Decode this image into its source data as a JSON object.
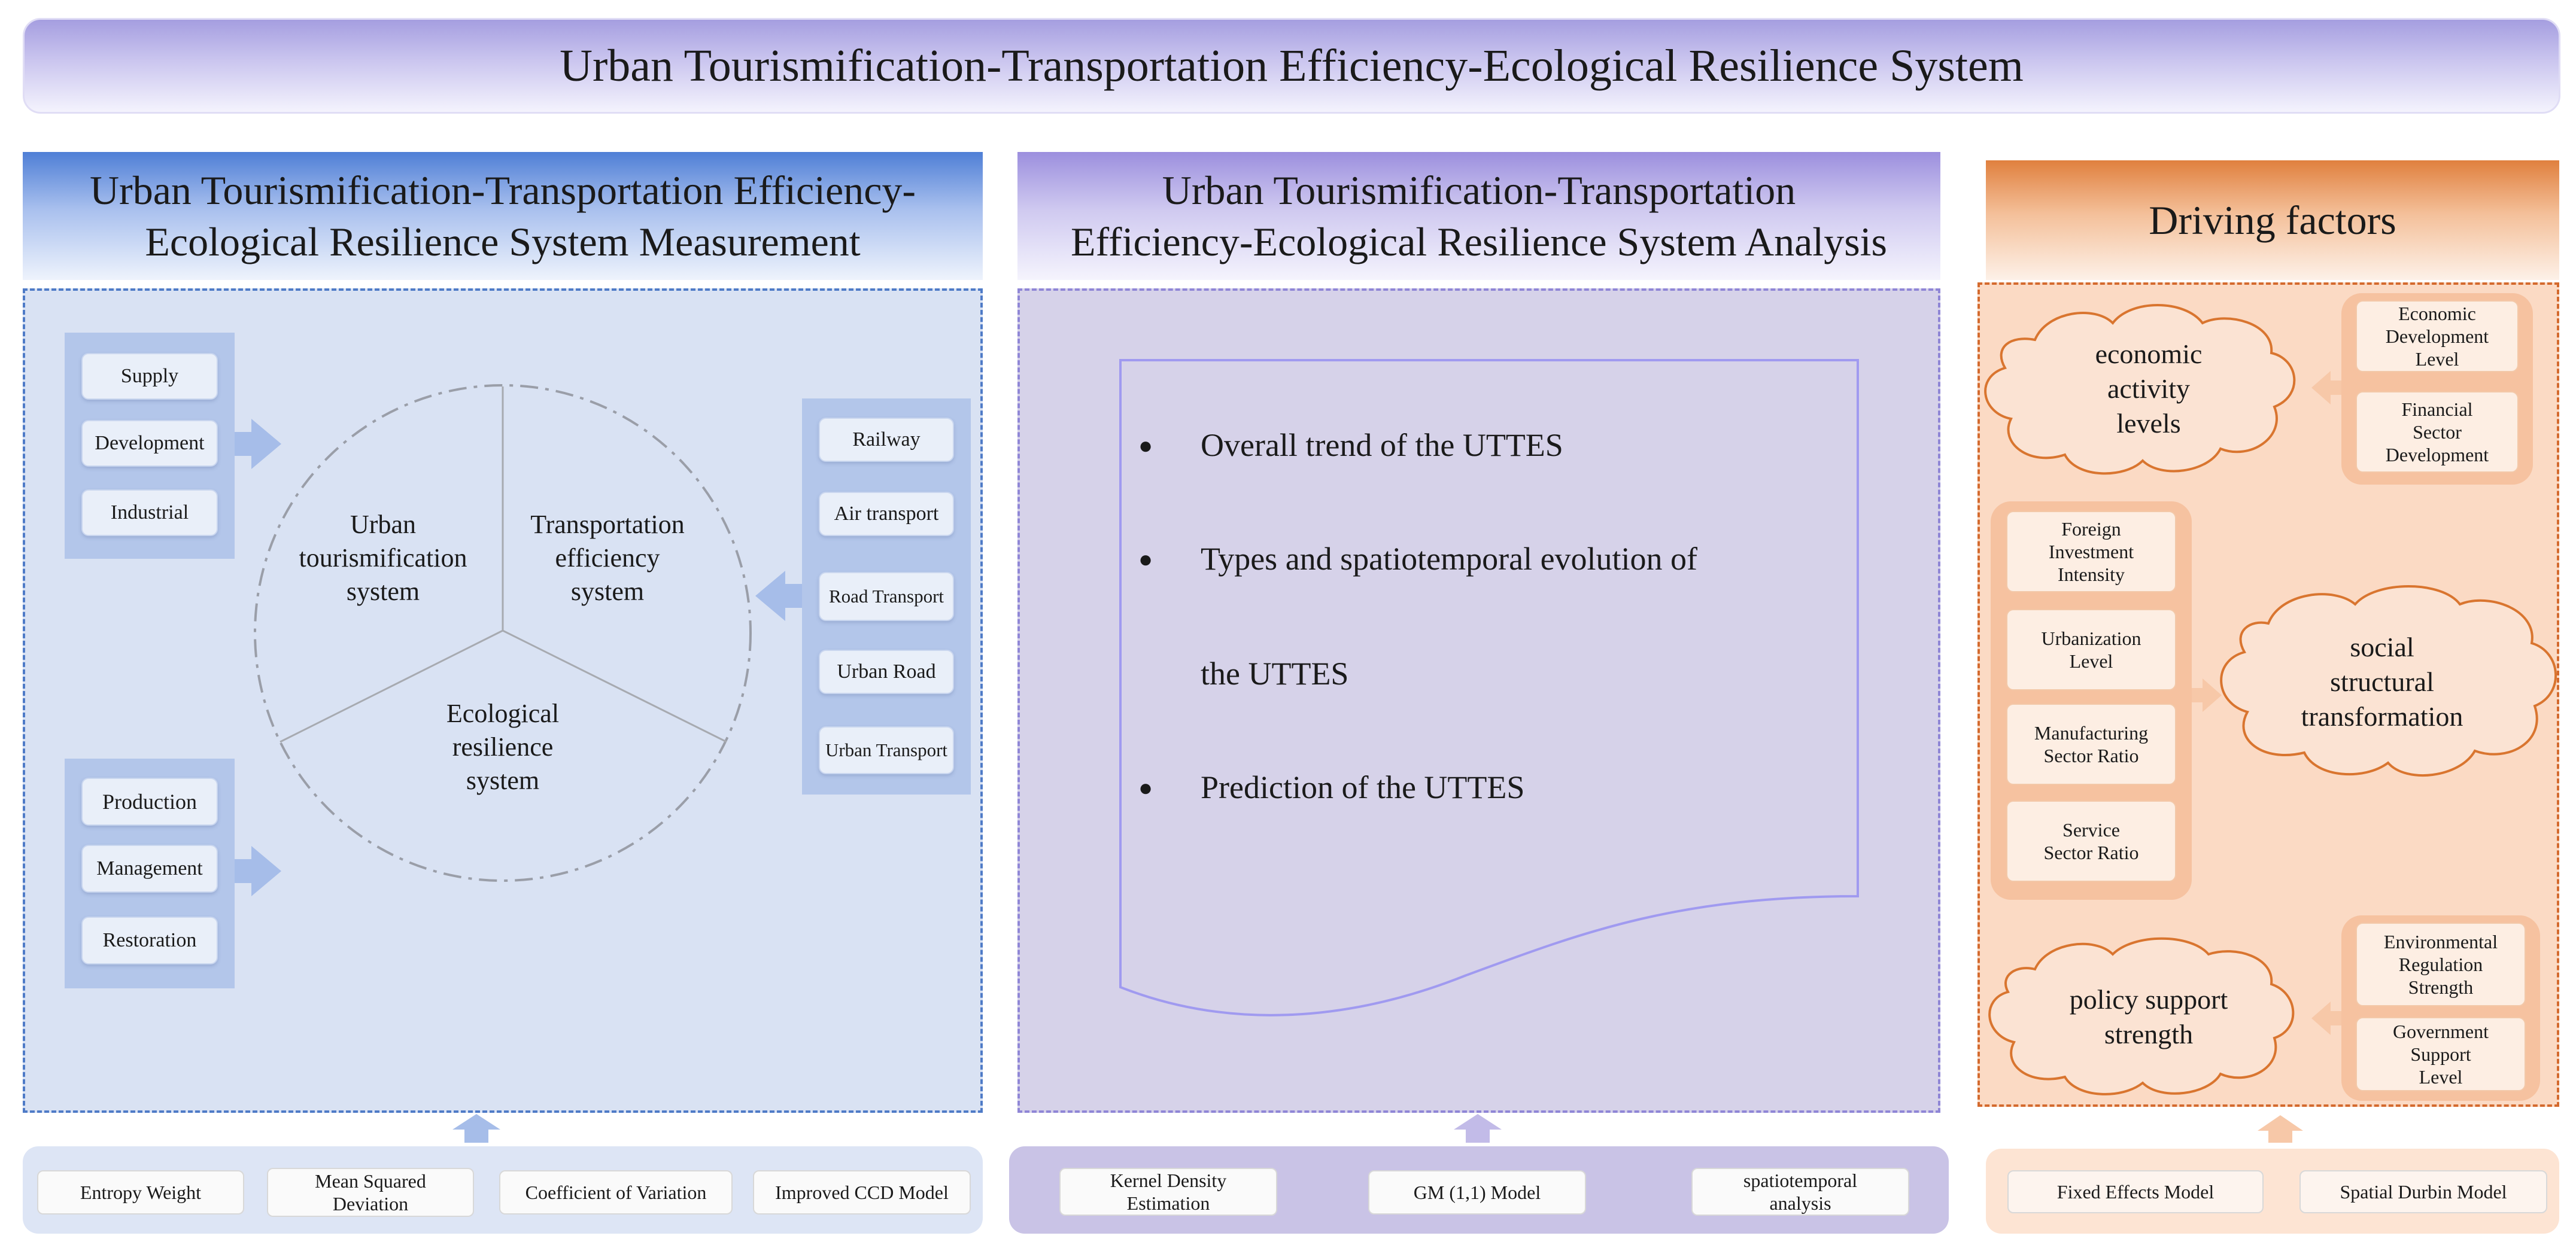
{
  "main_title": "Urban Tourismification-Transportation Efficiency-Ecological  Resilience System",
  "measurement": {
    "header_line1": "Urban Tourismification-Transportation Efficiency-",
    "header_line2": "Ecological Resilience System Measurement",
    "left_top_items": [
      "Supply",
      "Development",
      "Industrial"
    ],
    "left_bottom_items": [
      "Production",
      "Management",
      "Restoration"
    ],
    "right_items": [
      "Railway",
      "Air transport",
      "Road Transport",
      "Urban Road",
      "Urban Transport"
    ],
    "circle": {
      "urban": [
        "Urban",
        "tourismification",
        "system"
      ],
      "transport": [
        "Transportation",
        "efficiency",
        "system"
      ],
      "ecological": [
        "Ecological",
        "resilience",
        "system"
      ]
    },
    "methods": [
      "Entropy Weight",
      "Mean Squared Deviation",
      "Coefficient of Variation",
      "Improved CCD Model"
    ]
  },
  "analysis": {
    "header_line1": "Urban Tourismification-Transportation",
    "header_line2": "Efficiency-Ecological Resilience System Analysis",
    "bullets": [
      "Overall trend of the UTTES",
      "Types and spatiotemporal evolution of",
      "the UTTES",
      "Prediction of the UTTES"
    ],
    "methods": [
      "Kernel Density Estimation",
      "GM (1,1) Model",
      "spatiotemporal analysis"
    ]
  },
  "drivers": {
    "header": "Driving factors",
    "economic_cloud": [
      "economic",
      "activity",
      "levels"
    ],
    "economic_items": [
      "Economic Development Level",
      "Financial Sector Development"
    ],
    "social_items": [
      "Foreign Investment Intensity",
      "Urbanization Level",
      "Manufacturing Sector Ratio",
      "Service Sector Ratio"
    ],
    "social_cloud": [
      "social",
      "structural",
      "transformation"
    ],
    "policy_cloud": [
      "policy support",
      "strength"
    ],
    "policy_items": [
      "Environmental Regulation Strength",
      "Government Support Level"
    ],
    "methods": [
      "Fixed Effects Model",
      "Spatial Durbin Model"
    ]
  },
  "bullet_symbol": "●"
}
